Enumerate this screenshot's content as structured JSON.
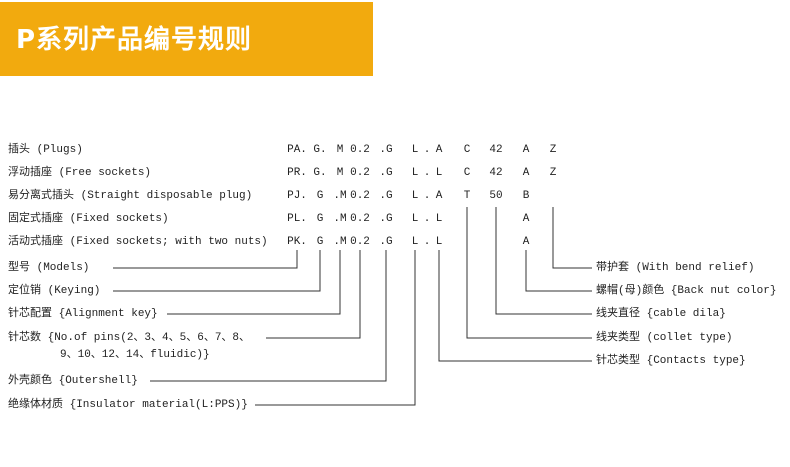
{
  "title": "P系列产品编号规则",
  "rows": [
    {
      "label": "插头 (Plugs)",
      "codes": [
        "PA.",
        "G.",
        "M",
        "0.2",
        ".G",
        "L",
        ".",
        "A",
        "C",
        "42",
        "A",
        "Z"
      ]
    },
    {
      "label": "浮动插座 (Free sockets)",
      "codes": [
        "PR.",
        "G.",
        "M",
        "0.2",
        ".G",
        "L",
        ".",
        "L",
        "C",
        "42",
        "A",
        "Z"
      ]
    },
    {
      "label": "易分离式插头 (Straight disposable plug)",
      "codes": [
        "PJ.",
        "G",
        ".M",
        "0.2",
        ".G",
        "L",
        ".",
        "A",
        "T",
        "50",
        "B",
        ""
      ]
    },
    {
      "label": "固定式插座 (Fixed sockets)",
      "codes": [
        "PL.",
        "G",
        ".M",
        "0.2",
        ".G",
        "L",
        ".",
        "L",
        "",
        "",
        "A",
        ""
      ]
    },
    {
      "label": "活动式插座 (Fixed sockets; with two nuts)",
      "codes": [
        "PK.",
        "G",
        ".M",
        "0.2",
        ".G",
        "L",
        ".",
        "L",
        "",
        "",
        "A",
        ""
      ]
    }
  ],
  "left_legend": [
    "型号 (Models)",
    "定位销 (Keying)",
    "针芯配置 {Alignment key}",
    "针芯数 {No.of pins(2、3、4、5、6、7、8、",
    "9、10、12、14、fluidic)}",
    "外壳颜色 {Outershell}",
    "绝缘体材质 {Insulator material(L:PPS)}"
  ],
  "right_legend": [
    "带护套 (With bend relief)",
    "螺帽(母)颜色 {Back nut color}",
    "线夹直径 {cable dila}",
    "线夹类型 (collet type)",
    "针芯类型 {Contacts type}"
  ]
}
